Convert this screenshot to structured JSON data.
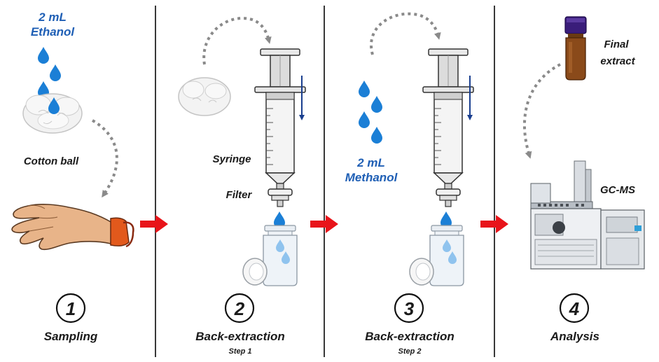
{
  "panel1": {
    "solvent": [
      "2 mL",
      "Ethanol"
    ],
    "item_label": "Cotton ball",
    "step_number": "1",
    "step_title": "Sampling"
  },
  "panel2": {
    "syringe_label": "Syringe",
    "filter_label": "Filter",
    "step_number": "2",
    "step_title": "Back-extraction",
    "step_subtitle": "Step 1"
  },
  "panel3": {
    "solvent": [
      "2 mL",
      "Methanol"
    ],
    "step_number": "3",
    "step_title": "Back-extraction",
    "step_subtitle": "Step 2"
  },
  "panel4": {
    "vial_label": [
      "Final",
      "extract"
    ],
    "instrument_label": "GC-MS",
    "step_number": "4",
    "step_title": "Analysis"
  },
  "colors": {
    "solvent_text": "#1f5fb5",
    "drop": "#1b7fd6",
    "flow_arrow": "#e8141a",
    "dotted_arrow": "#8a8a8a",
    "plunger_arrow": "#1a3f8f",
    "vial_glass": "#8a4a1a",
    "vial_cap": "#3a1d7a"
  }
}
